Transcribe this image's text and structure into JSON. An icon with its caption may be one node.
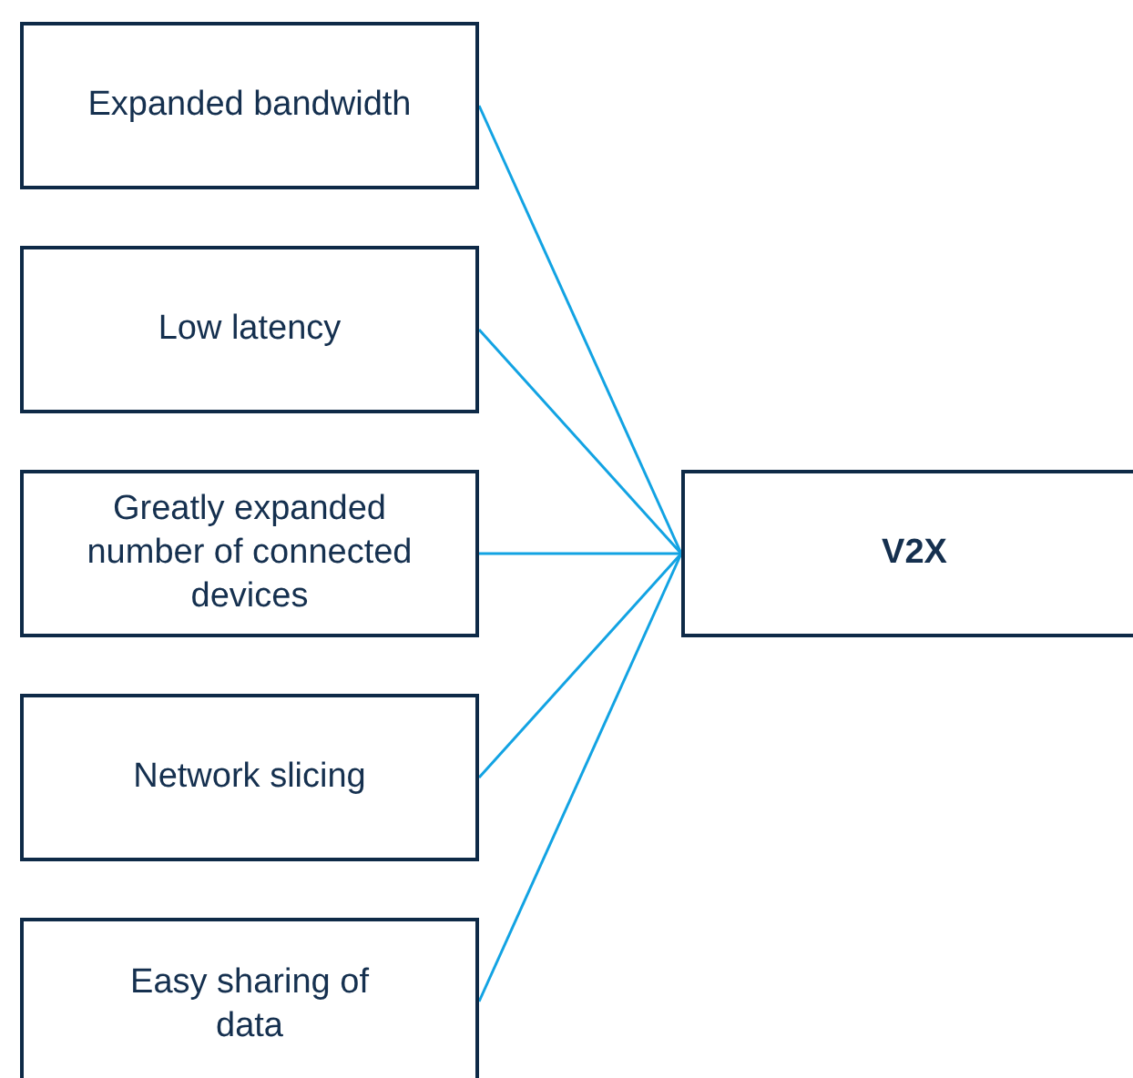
{
  "diagram": {
    "nodes": [
      {
        "text": [
          "Expanded bandwidth"
        ]
      },
      {
        "text": [
          "Low latency"
        ]
      },
      {
        "text": [
          "Greatly expanded number of connected devices"
        ]
      },
      {
        "text": [
          "Network slicing"
        ]
      },
      {
        "text": [
          "Easy sharing of data"
        ]
      },
      {
        "text": [
          "V2X"
        ]
      }
    ],
    "edges": [
      {
        "from": 0,
        "to": 5,
        "arrow": "none"
      },
      {
        "from": 1,
        "to": 5,
        "arrow": "none"
      },
      {
        "from": 2,
        "to": 5,
        "arrow": "none"
      },
      {
        "from": 3,
        "to": 5,
        "arrow": "none"
      },
      {
        "from": 4,
        "to": 5,
        "arrow": "none"
      }
    ]
  }
}
